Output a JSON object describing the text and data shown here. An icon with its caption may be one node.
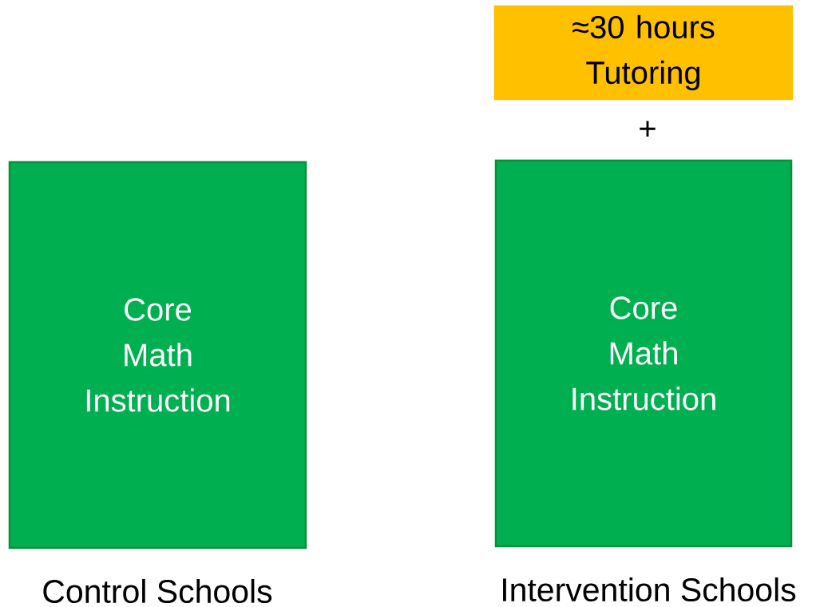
{
  "diagram": {
    "nodes": [
      {
        "text": [
          "Core Math Instruction"
        ],
        "beside": [
          "Control Schools"
        ]
      },
      {
        "text": [
          "≈30 hours Tutoring"
        ]
      },
      {
        "text": [
          "Core Math Instruction"
        ],
        "beside": [
          "Intervention Schools"
        ]
      }
    ],
    "labels": [
      "+"
    ]
  }
}
